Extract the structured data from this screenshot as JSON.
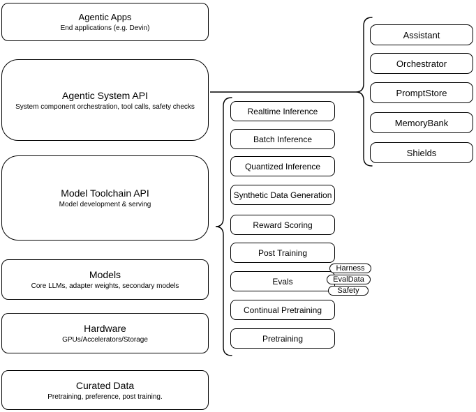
{
  "diagram": {
    "colors": {
      "background": "#ffffff",
      "stroke": "#000000"
    },
    "left_stack": [
      {
        "title": "Agentic Apps",
        "subtitle": "End applications (e.g. Devin)"
      },
      {
        "title": "Agentic System API",
        "subtitle": "System component orchestration, tool calls, safety checks"
      },
      {
        "title": "Model Toolchain API",
        "subtitle": "Model development & serving"
      },
      {
        "title": "Models",
        "subtitle": "Core LLMs, adapter weights, secondary models"
      },
      {
        "title": "Hardware",
        "subtitle": "GPUs/Accelerators/Storage"
      },
      {
        "title": "Curated Data",
        "subtitle": "Pretraining, preference, post training."
      }
    ],
    "toolchain_services": [
      "Realtime Inference",
      "Batch Inference",
      "Quantized Inference",
      "Synthetic Data Generation",
      "Reward Scoring",
      "Post Training",
      "Evals",
      "Continual Pretraining",
      "Pretraining"
    ],
    "evals_components": [
      "Harness",
      "EvalData",
      "Safety"
    ],
    "system_components": [
      "Assistant",
      "Orchestrator",
      "PromptStore",
      "MemoryBank",
      "Shields"
    ]
  }
}
